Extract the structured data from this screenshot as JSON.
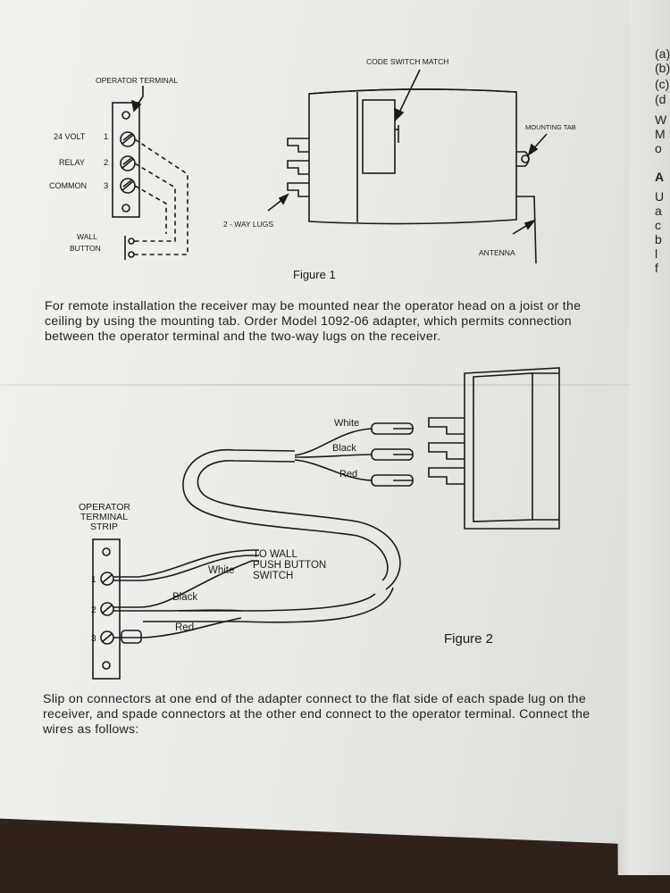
{
  "figure1": {
    "operator_terminal": "OPERATOR TERMINAL",
    "code_switch_match": "CODE SWITCH MATCH",
    "mounting_tab": "MOUNTING TAB",
    "volt24": "24 VOLT",
    "relay": "RELAY",
    "common": "COMMON",
    "num1": "1",
    "num2": "2",
    "num3": "3",
    "wall": "WALL",
    "button": "BUTTON",
    "lugs": "2 - WAY LUGS",
    "antenna": "ANTENNA",
    "caption": "Figure 1"
  },
  "paragraph1": "For remote installation the receiver may be mounted near the operator head on a joist or the ceiling by using the mounting tab. Order Model 1092-06 adapter, which permits connection between the operator terminal and the two-way lugs on the receiver.",
  "figure2": {
    "white": "White",
    "black": "Black",
    "red": "Red",
    "strip1": "OPERATOR",
    "strip2": "TERMINAL",
    "strip3": "STRIP",
    "to_wall1": "TO WALL",
    "to_wall2": "PUSH BUTTON",
    "to_wall3": "SWITCH",
    "white2": "White",
    "black2": "Black",
    "red2": "Red",
    "t1": "1",
    "t2": "2",
    "t3": "3",
    "caption": "Figure 2"
  },
  "paragraph2": "Slip on connectors at one end of the adapter connect to the flat side of each spade lug on the receiver, and spade connectors at the other end connect to the operator terminal. Connect the wires as follows:",
  "margin": [
    "(a)",
    "(b)",
    "(c)",
    "(d",
    "W",
    "M",
    "o",
    "A",
    "U",
    "a",
    "c",
    "b",
    "l",
    "f"
  ]
}
